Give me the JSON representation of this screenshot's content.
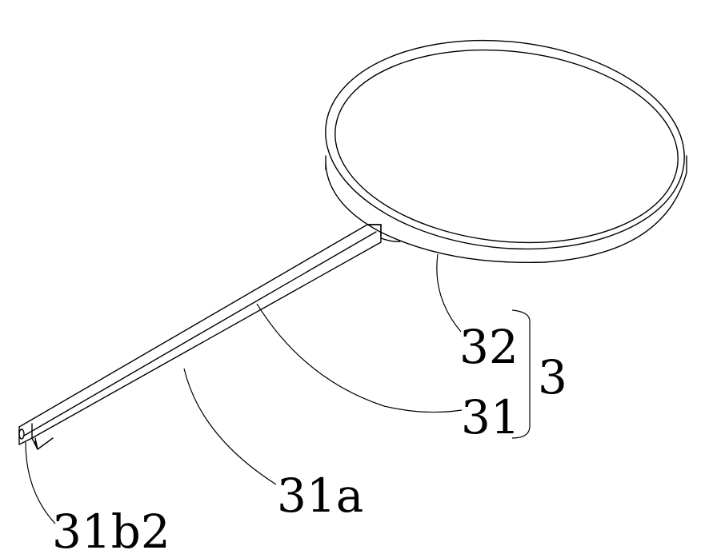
{
  "labels": {
    "ring": "32",
    "assembly": "3",
    "handle": "31",
    "handle_edge": "31a",
    "handle_end": "31b2"
  },
  "colors": {
    "line": "#000000",
    "background": "#ffffff"
  }
}
